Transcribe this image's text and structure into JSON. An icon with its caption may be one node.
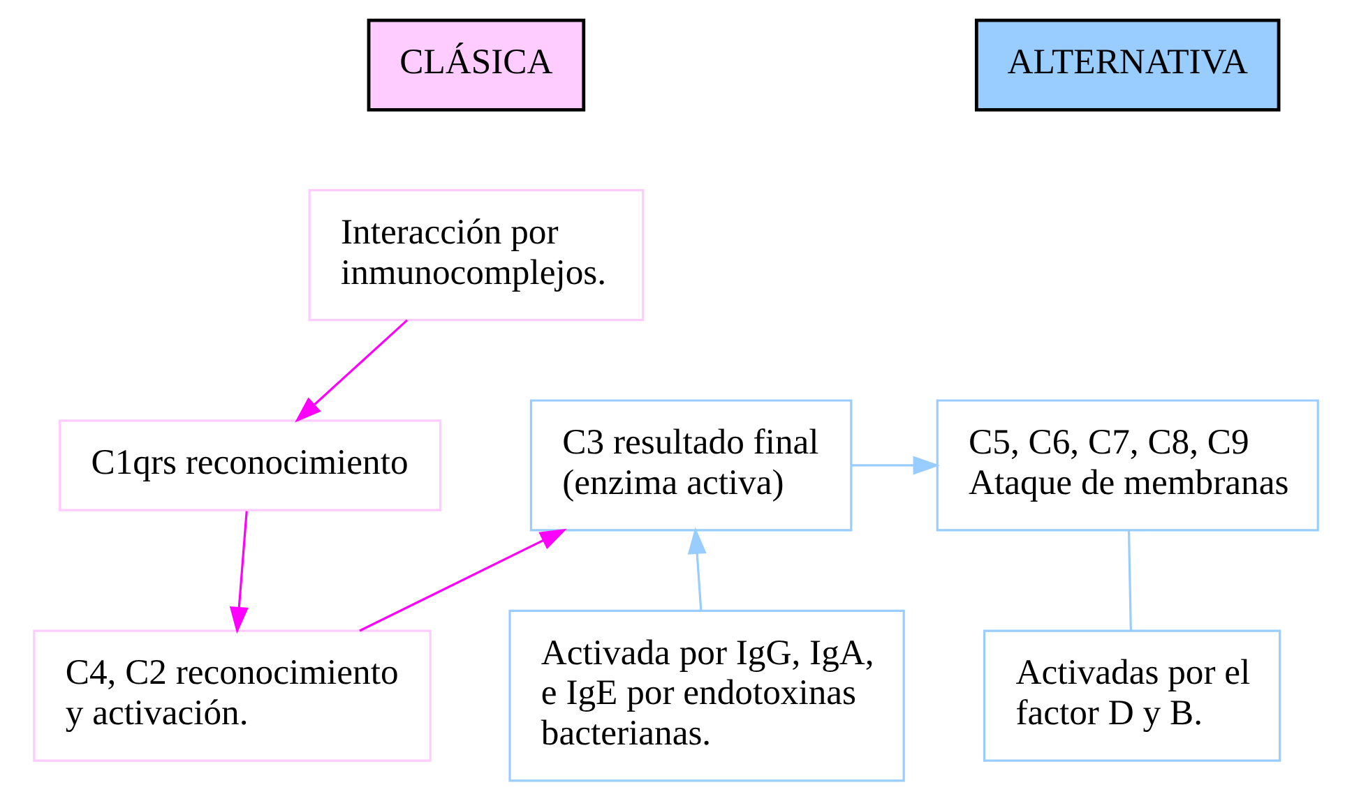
{
  "diagram": {
    "nodes": [
      {
        "text": [
          "CLÁSICA"
        ]
      },
      {
        "text": [
          "ALTERNATIVA"
        ]
      },
      {
        "text": [
          "Interacción por inmunocomplejos."
        ]
      },
      {
        "text": [
          "C1qrs reconocimiento"
        ]
      },
      {
        "text": [
          "C4, C2 reconocimiento y activación."
        ]
      },
      {
        "text": [
          "C3 resultado final (enzima activa)"
        ]
      },
      {
        "text": [
          "C5, C6, C7, C8, C9 Ataque de membranas"
        ]
      },
      {
        "text": [
          "Activada por IgG, IgA, e IgE por endotoxinas bacterianas."
        ]
      },
      {
        "text": [
          "Activadas por el factor D y B."
        ]
      }
    ],
    "edges": [
      {
        "from": 2,
        "to": 3,
        "arrow": "to",
        "color": "#ff00ff"
      },
      {
        "from": 3,
        "to": 4,
        "arrow": "to",
        "color": "#ff00ff"
      },
      {
        "from": 4,
        "to": 5,
        "arrow": "to",
        "color": "#ff00ff"
      },
      {
        "from": 7,
        "to": 5,
        "arrow": "to",
        "color": "#99ccff"
      },
      {
        "from": 5,
        "to": 6,
        "arrow": "to",
        "color": "#99ccff"
      },
      {
        "from": 6,
        "to": 8,
        "arrow": "none",
        "color": "#99ccff"
      }
    ]
  }
}
